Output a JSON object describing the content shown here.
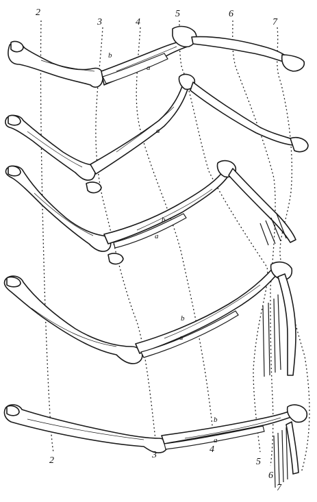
{
  "guide_numbers": {
    "n2_top": "2",
    "n3_top": "3",
    "n4_top": "4",
    "n5_top": "5",
    "n6_top": "6",
    "n7_top": "7",
    "n2_bottom": "2",
    "n3_bottom": "3",
    "n4_bottom": "4",
    "n5_bottom": "5",
    "n6_bottom": "6",
    "n7_bottom": "7"
  },
  "bone_letters": {
    "b1": "b",
    "a1": "a",
    "a2": "a",
    "b3": "b",
    "a3": "a",
    "b4": "b",
    "a4": "a",
    "b5": "b",
    "a5": "a"
  }
}
